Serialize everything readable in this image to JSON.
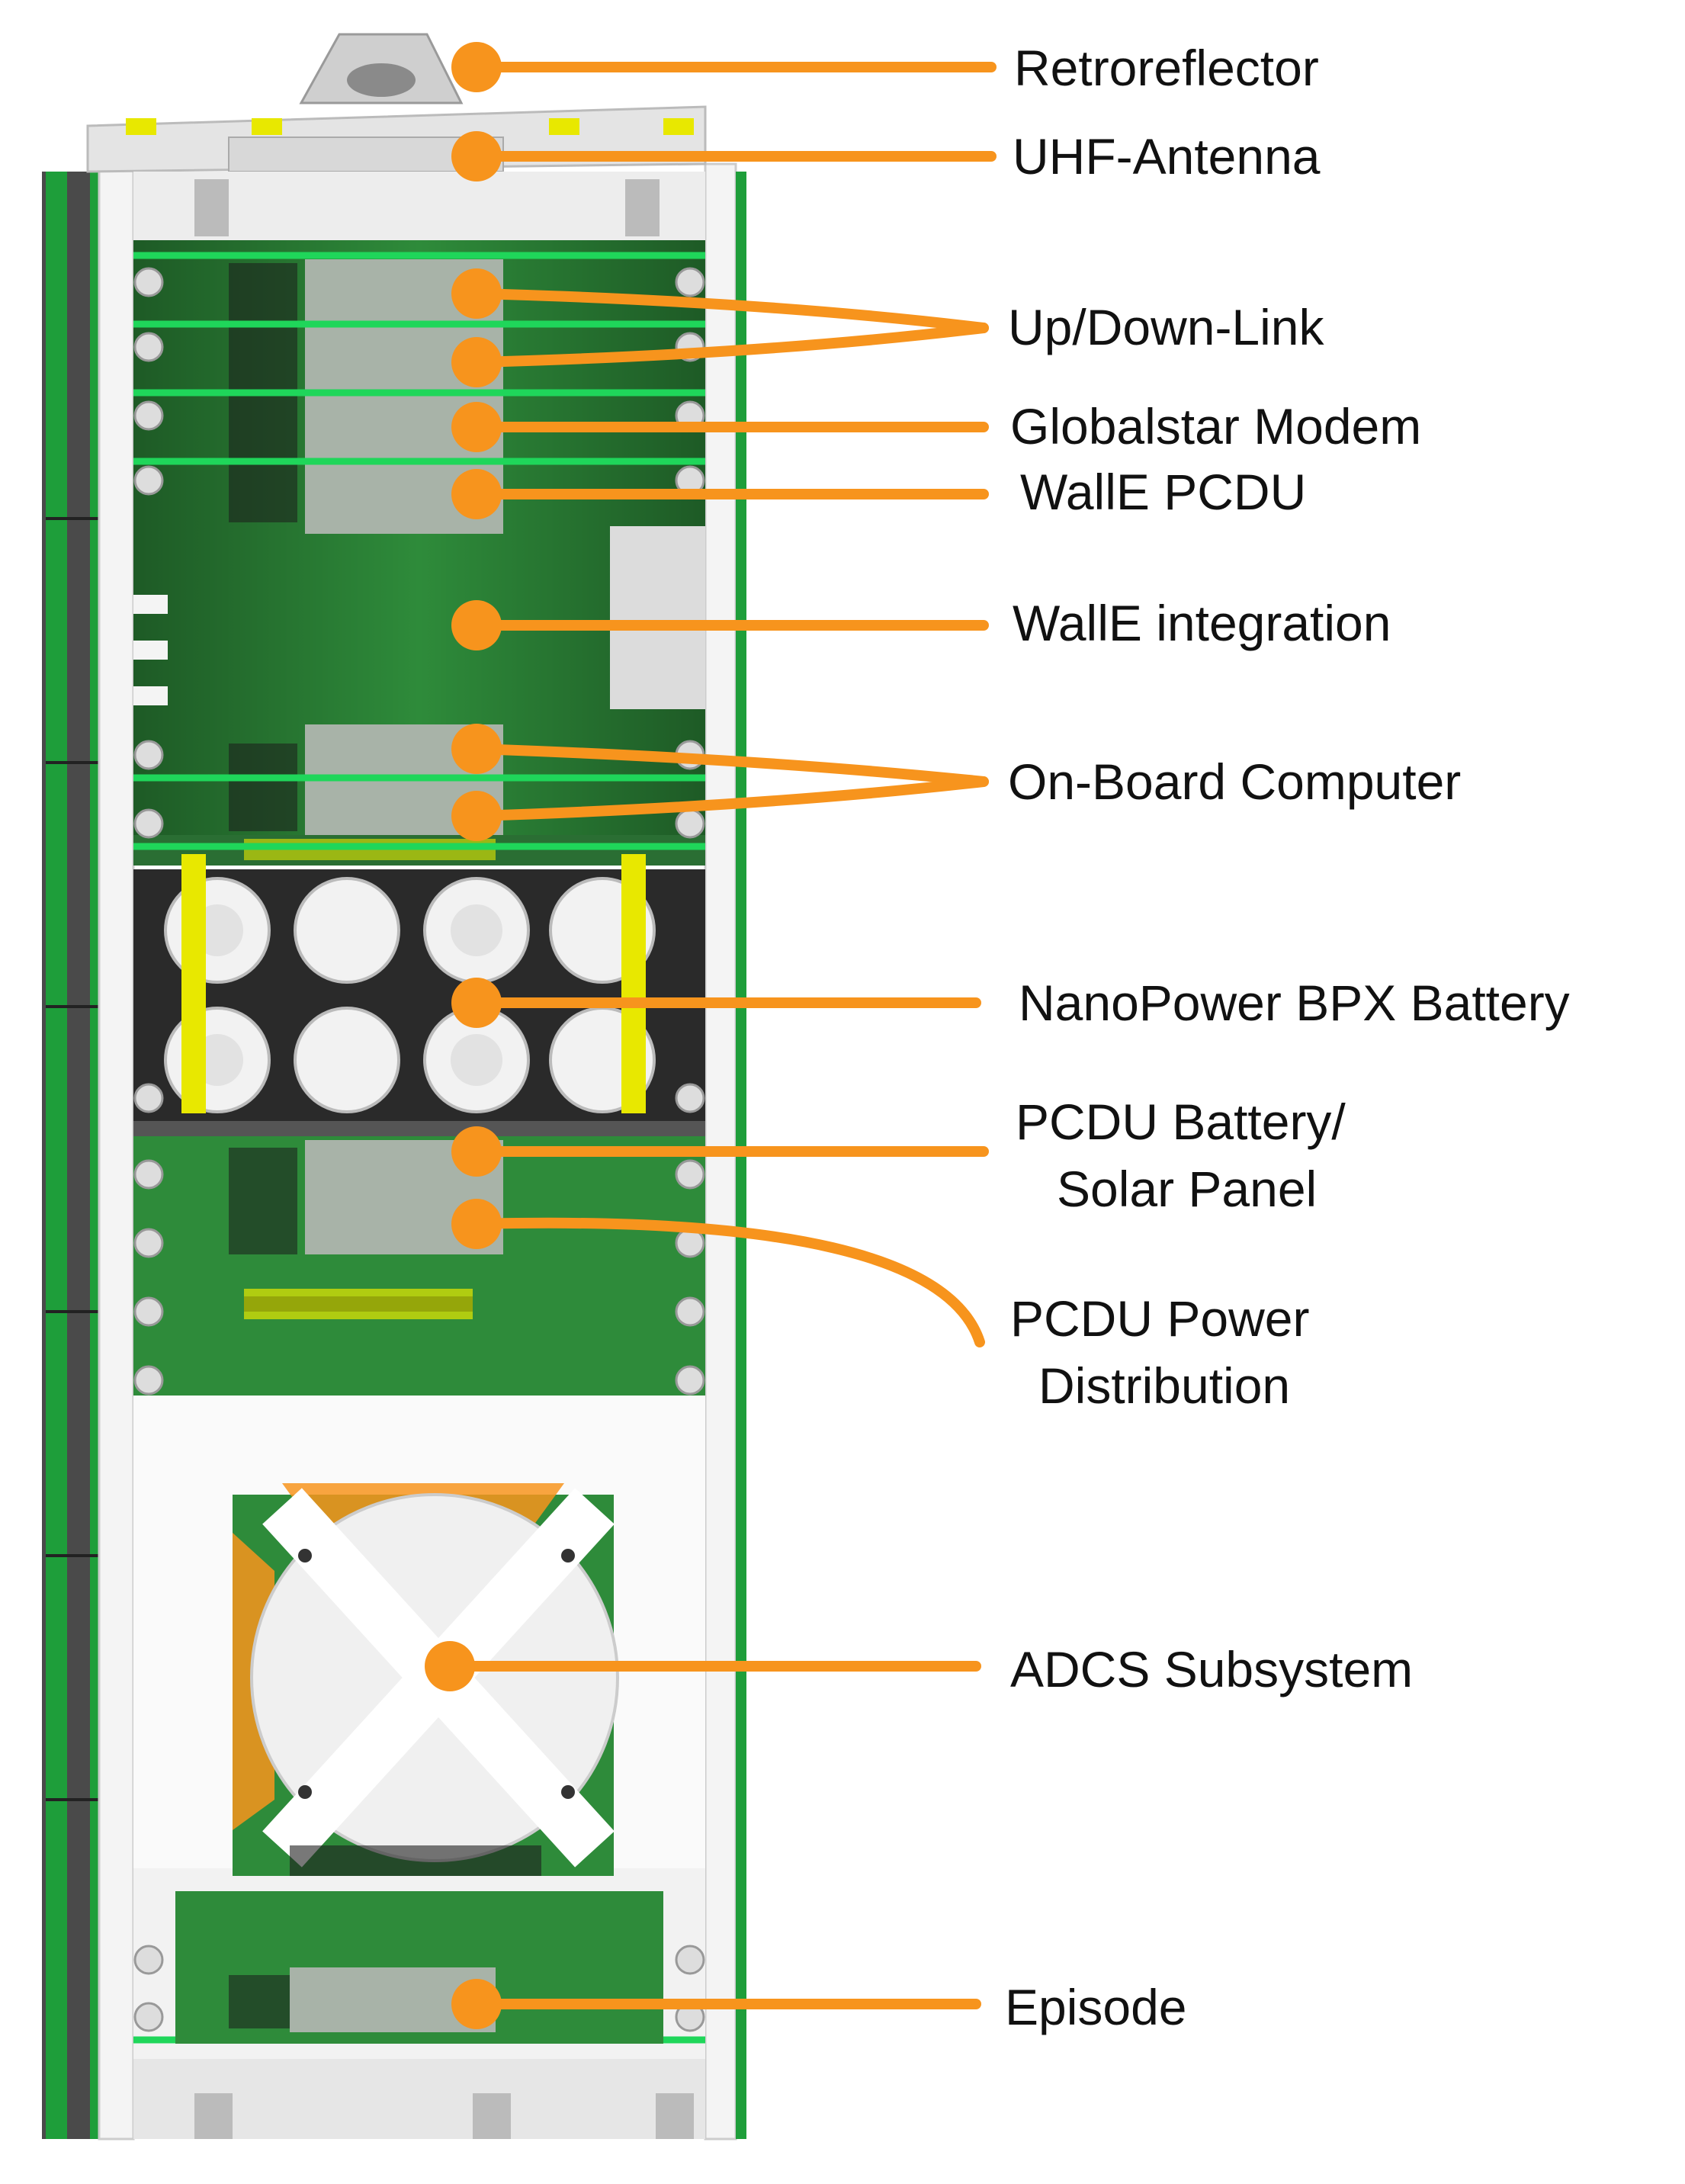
{
  "colors": {
    "leader": "#F7941D",
    "frame": "#EEEEEE",
    "pcb": "#2E8B3A",
    "pcb_light": "#3FAA4A",
    "pcb_edge": "#1FD65A",
    "rail": "#1E9E3A",
    "module": "#A8B3A8",
    "battery_holder": "#2A2A2A",
    "cell": "#F2F2F2",
    "rod": "#E8E800",
    "text": "#111111"
  },
  "labels": [
    {
      "id": "retroreflector",
      "lines": [
        "Retroreflector"
      ]
    },
    {
      "id": "uhf-antenna",
      "lines": [
        "UHF-Antenna"
      ]
    },
    {
      "id": "up-down-link",
      "lines": [
        "Up/Down-Link"
      ]
    },
    {
      "id": "globalstar-modem",
      "lines": [
        "Globalstar Modem"
      ]
    },
    {
      "id": "walle-pcdu",
      "lines": [
        "WallE PCDU"
      ]
    },
    {
      "id": "walle-integration",
      "lines": [
        "WallE integration"
      ]
    },
    {
      "id": "on-board-computer",
      "lines": [
        "On-Board Computer"
      ]
    },
    {
      "id": "nanopower-bpx-battery",
      "lines": [
        "NanoPower BPX Battery"
      ]
    },
    {
      "id": "pcdu-battery-solar-panel",
      "lines": [
        "PCDU Battery/",
        "Solar Panel"
      ]
    },
    {
      "id": "pcdu-power-distribution",
      "lines": [
        "PCDU Power",
        "Distribution"
      ]
    },
    {
      "id": "adcs-subsystem",
      "lines": [
        "ADCS Subsystem"
      ]
    },
    {
      "id": "episode",
      "lines": [
        "Episode"
      ]
    }
  ]
}
